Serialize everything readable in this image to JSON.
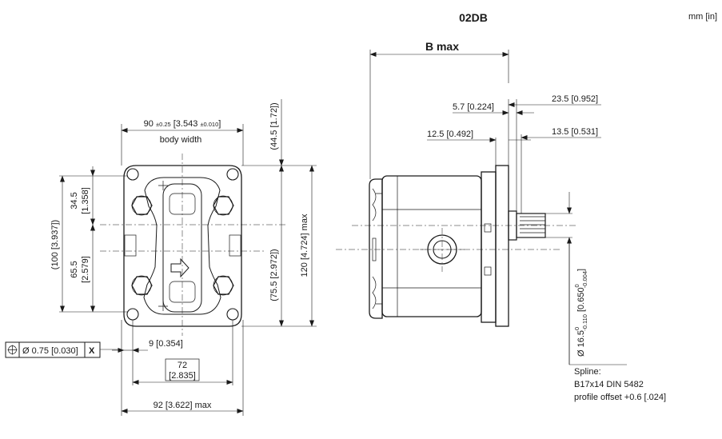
{
  "header": {
    "model": "02DB",
    "units": "mm [in]"
  },
  "front_view": {
    "body_width_main": "90 ",
    "body_width_tol": "±0.25",
    "body_width_in_a": " [3.543 ",
    "body_width_in_tol": "±0.010",
    "body_width_in_b": "]",
    "body_width_label": "body width",
    "dim_44_5": "(44.5 [1.72])",
    "dim_120": "120 [4.724] max",
    "dim_75_5": "(75.5 [2.972])",
    "dim_100": "(100 [3.937])",
    "dim_34_5_mm": "34.5",
    "dim_34_5_in": "[1.358]",
    "dim_65_5_mm": "65.5",
    "dim_65_5_in": "[2.579]",
    "dim_9": "9 [0.354]",
    "dim_72_mm": "72",
    "dim_72_in": "[2.835]",
    "dim_92": "92 [3.622] max",
    "tolerance_value": "Ø 0.75 [0.030]",
    "tolerance_datum": "X"
  },
  "side_view": {
    "b_max": "B max",
    "dim_23_5": "23.5 [0.952]",
    "dim_5_7": "5.7 [0.224]",
    "dim_12_5": "12.5 [0.492]",
    "dim_13_5": "13.5 [0.531]",
    "shaft_dia": "Ø 16.5",
    "shaft_dia_upper": "0",
    "shaft_dia_lower": "-0.110",
    "shaft_dia_in": " [0.650",
    "shaft_dia_in_upper": "0",
    "shaft_dia_in_lower": "-0.004",
    "shaft_dia_in_close": "]",
    "spline_title": "Spline:",
    "spline_spec": "B17x14 DIN 5482",
    "spline_offset": "profile offset +0.6 [.024]"
  }
}
